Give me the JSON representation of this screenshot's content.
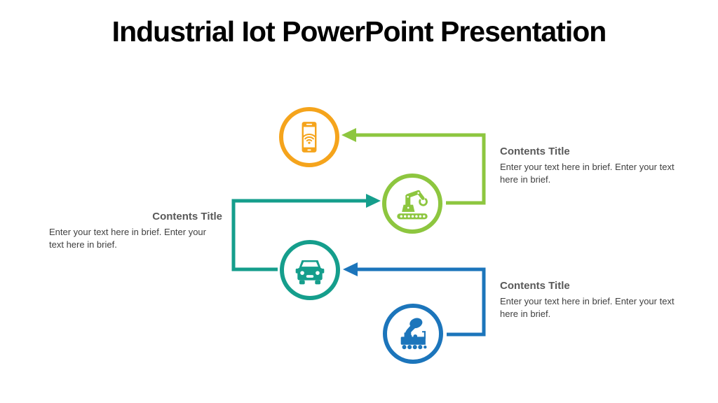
{
  "slide": {
    "title": "Industrial Iot PowerPoint Presentation"
  },
  "colors": {
    "orange": "#F5A41C",
    "green": "#8DC63F",
    "teal": "#159E8C",
    "blue": "#1C75BB",
    "heading_gray": "#595959",
    "body_gray": "#404040",
    "title_black": "#000000"
  },
  "nodes": [
    {
      "id": "smartphone",
      "icon": "smartphone-wifi-icon",
      "color": "#F5A41C"
    },
    {
      "id": "robot-arm",
      "icon": "robot-arm-icon",
      "color": "#8DC63F"
    },
    {
      "id": "car",
      "icon": "car-icon",
      "color": "#159E8C"
    },
    {
      "id": "steam-train",
      "icon": "steam-train-icon",
      "color": "#1C75BB"
    }
  ],
  "connectors": [
    {
      "id": "green-connector",
      "from": "robot-arm",
      "to": "smartphone",
      "color": "#8DC63F"
    },
    {
      "id": "teal-connector",
      "from": "car",
      "to": "robot-arm",
      "color": "#159E8C"
    },
    {
      "id": "blue-connector",
      "from": "steam-train",
      "to": "car",
      "color": "#1C75BB"
    }
  ],
  "content_blocks": [
    {
      "position": "right-top",
      "title": "Contents Title",
      "body": "Enter your text here in brief. Enter your text here in brief."
    },
    {
      "position": "left-middle",
      "title": "Contents Title",
      "body": "Enter your text here in brief. Enter your text here in brief."
    },
    {
      "position": "right-bottom",
      "title": "Contents Title",
      "body": "Enter your text here in brief. Enter your text here in brief."
    }
  ]
}
